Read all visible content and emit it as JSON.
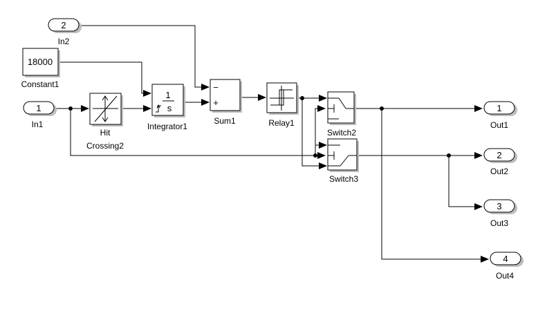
{
  "ports": {
    "in1": {
      "number": "1",
      "label": "In1"
    },
    "in2": {
      "number": "2",
      "label": "In2"
    },
    "out1": {
      "number": "1",
      "label": "Out1"
    },
    "out2": {
      "number": "2",
      "label": "Out2"
    },
    "out3": {
      "number": "3",
      "label": "Out3"
    },
    "out4": {
      "number": "4",
      "label": "Out4"
    }
  },
  "blocks": {
    "constant1": {
      "value": "18000",
      "label": "Constant1"
    },
    "hit_crossing2": {
      "label_line1": "Hit",
      "label_line2": "Crossing2"
    },
    "integrator1": {
      "numerator": "1",
      "denominator": "s",
      "label": "Integrator1"
    },
    "sum1": {
      "minus_sign": "−",
      "plus_sign": "+",
      "label": "Sum1"
    },
    "relay1": {
      "label": "Relay1"
    },
    "switch2": {
      "label": "Switch2"
    },
    "switch3": {
      "label": "Switch3"
    }
  }
}
